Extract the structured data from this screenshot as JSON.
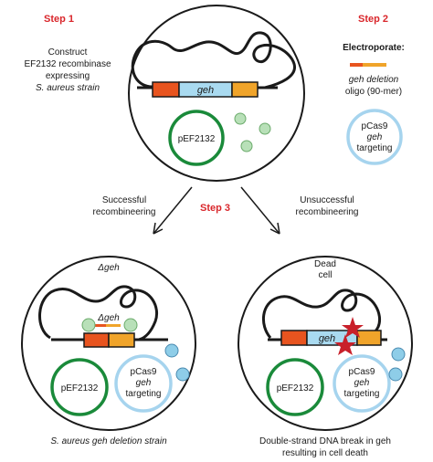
{
  "steps": {
    "step1": "Step 1",
    "step2": "Step 2",
    "step3": "Step 3"
  },
  "step1_text": {
    "line1": "Construct",
    "line2": "EF2132 recombinase",
    "line3": "expressing",
    "line4": "S. aureus strain"
  },
  "step2_text": {
    "title": "Electroporate:",
    "oligo_line1": "geh deletion",
    "oligo_line2": "oligo (90-mer)"
  },
  "pcas9": {
    "line1": "pCas9",
    "line2": "geh",
    "line3": "targeting"
  },
  "pef": "pEF2132",
  "gene": "geh",
  "delta_geh": "Δgeh",
  "branch_success": {
    "line1": "Successful",
    "line2": "recombineering"
  },
  "branch_fail": {
    "line1": "Unsuccessful",
    "line2": "recombineering"
  },
  "dead_cell": {
    "line1": "Dead",
    "line2": "cell"
  },
  "caption_left": "S. aureus geh deletion strain",
  "caption_right": {
    "line1": "Double-strand DNA break in geh",
    "line2": "resulting in cell death"
  },
  "colors": {
    "step_red": "#d9262b",
    "green_ring": "#1a8a3a",
    "blue_ring": "#a6d4ee",
    "gene_fill": "#a9daf0",
    "left_flank": "#e8541f",
    "right_flank": "#f0a42a",
    "protein": "#b8e0b8",
    "cas9": "#8ecde8",
    "star": "#c8202a"
  }
}
